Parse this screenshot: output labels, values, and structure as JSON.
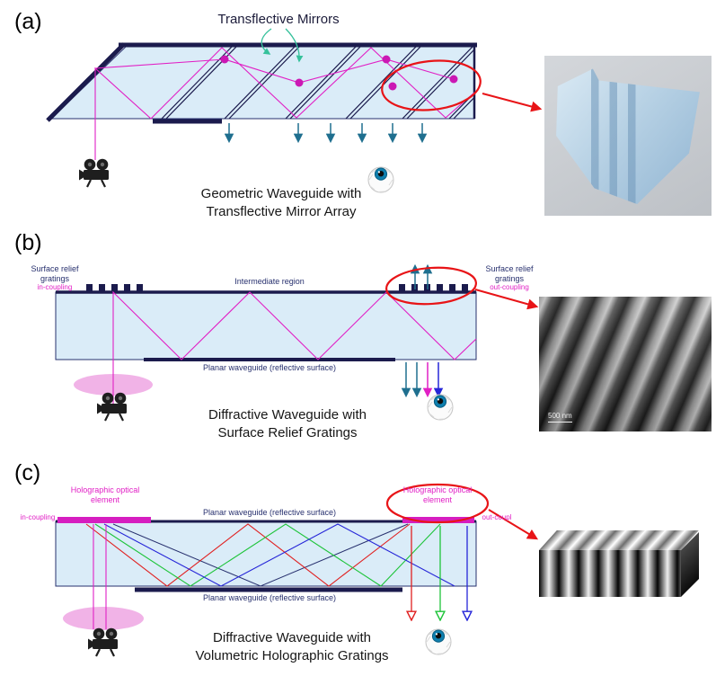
{
  "figure": {
    "panels": {
      "a": {
        "tag": "(a)",
        "top_label": "Transflective Mirrors",
        "caption": [
          "Geometric Waveguide with",
          "Transflective Mirror Array"
        ]
      },
      "b": {
        "tag": "(b)",
        "left_grating_label": "Surface relief gratings",
        "left_coupling_label": "in-coupling",
        "intermediate_label": "Intermediate region",
        "right_grating_label": "Surface relief gratings",
        "right_coupling_label": "out-coupling",
        "waveguide_label": "Planar waveguide (reflective surface)",
        "caption": [
          "Diffractive Waveguide with",
          "Surface Relief Gratings"
        ],
        "sem_scale_label": "500 nm"
      },
      "c": {
        "tag": "(c)",
        "left_hoe_label": "Holographic optical element",
        "left_coupling_label": "in-coupling",
        "top_waveguide_label": "Planar waveguide (reflective surface)",
        "right_hoe_label": "Holographic optical element",
        "right_coupling_label": "out-coupl",
        "bottom_waveguide_label": "Planar waveguide (reflective surface)",
        "caption": [
          "Diffractive Waveguide with",
          "Volumetric Holographic Gratings"
        ]
      }
    },
    "colors": {
      "waveguide_fill": "#daecf8",
      "outline_navy": "#1b1b4d",
      "ray_magenta": "#e120c5",
      "arrow_teal": "#1f6f8f",
      "highlight_red": "#e81417",
      "ray_green": "#1ec43a",
      "ray_blue": "#2626d8",
      "pointer_green": "#35c19b"
    }
  }
}
